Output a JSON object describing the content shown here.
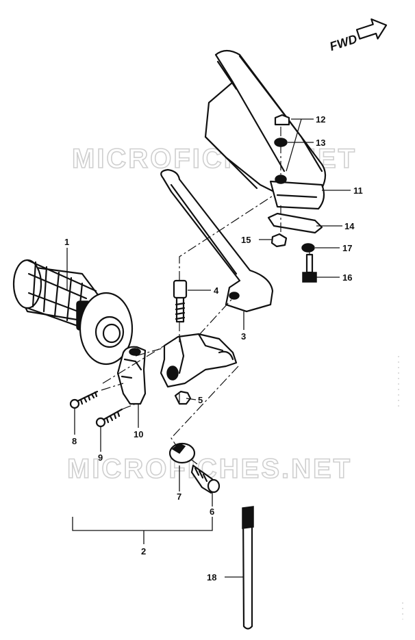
{
  "watermark": "MICROFICHES.NET",
  "direction_label": "FWD",
  "callouts": [
    {
      "id": "1",
      "label": "1"
    },
    {
      "id": "2",
      "label": "2"
    },
    {
      "id": "3",
      "label": "3"
    },
    {
      "id": "4",
      "label": "4"
    },
    {
      "id": "5",
      "label": "5"
    },
    {
      "id": "6",
      "label": "6"
    },
    {
      "id": "7",
      "label": "7"
    },
    {
      "id": "8",
      "label": "8"
    },
    {
      "id": "9",
      "label": "9"
    },
    {
      "id": "10",
      "label": "10"
    },
    {
      "id": "11",
      "label": "11"
    },
    {
      "id": "12",
      "label": "12"
    },
    {
      "id": "13",
      "label": "13"
    },
    {
      "id": "14",
      "label": "14"
    },
    {
      "id": "15",
      "label": "15"
    },
    {
      "id": "16",
      "label": "16"
    },
    {
      "id": "17",
      "label": "17"
    },
    {
      "id": "18",
      "label": "18"
    }
  ]
}
